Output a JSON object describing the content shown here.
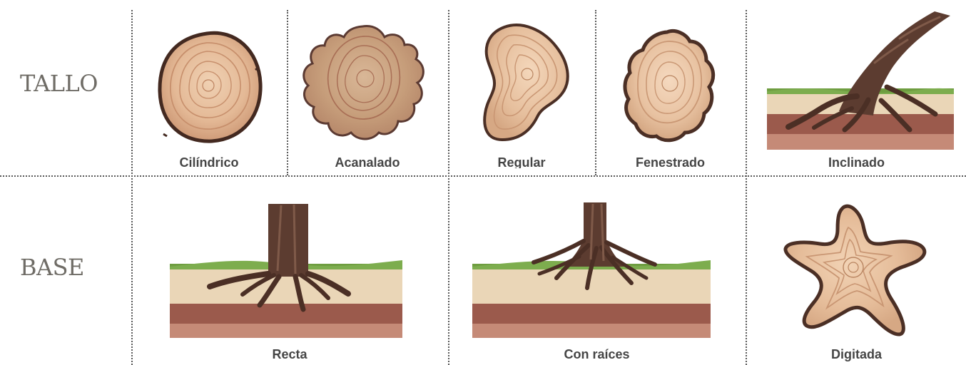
{
  "rows": {
    "tallo": "TALLO",
    "base": "BASE"
  },
  "captions": {
    "cilindrico": "Cilíndrico",
    "acanalado": "Acanalado",
    "regular": "Regular",
    "fenestrado": "Fenestrado",
    "inclinado": "Inclinado",
    "recta": "Recta",
    "con_raices": "Con raíces",
    "digitada": "Digitada"
  },
  "icons": {
    "cilindrico": "cylindrical-trunk-cross-section-icon",
    "acanalado": "fluted-trunk-cross-section-icon",
    "regular": "irregular-trunk-cross-section-icon",
    "fenestrado": "fenestrated-trunk-cross-section-icon",
    "inclinado": "inclined-trunk-illustration-icon",
    "recta": "straight-base-root-illustration-icon",
    "con_raices": "rooted-base-illustration-icon",
    "digitada": "digitate-base-cross-section-icon"
  },
  "colors": {
    "text": "#454545",
    "row_label": "#6f6c66",
    "divider": "#595959",
    "wood_fill": "#e8c2a1",
    "wood_ring": "#c99673",
    "bark": "#4a2f25",
    "soil_light": "#ead6b7",
    "soil_dark": "#8f4f43",
    "grass": "#6e9d40"
  }
}
